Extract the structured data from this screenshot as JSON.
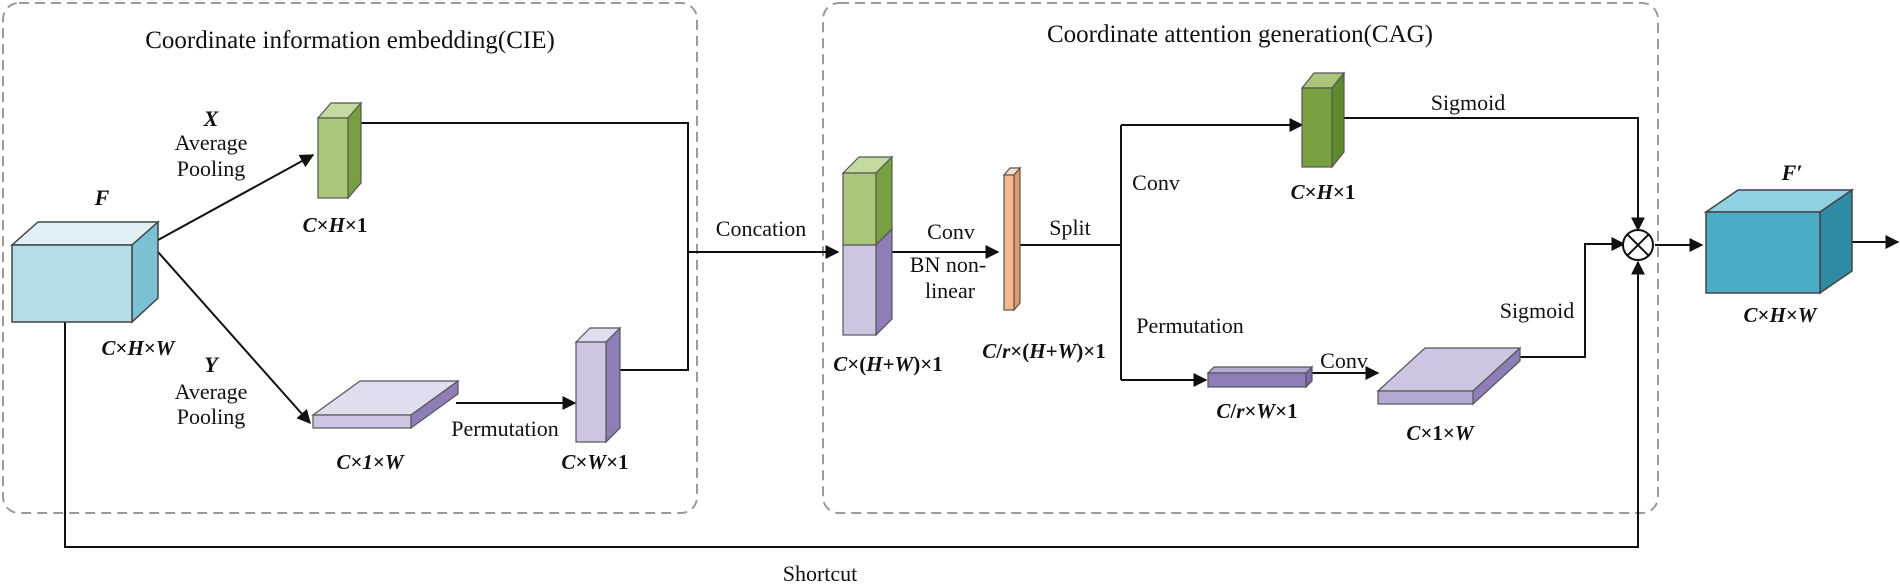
{
  "sections": {
    "cie_title": "Coordinate information embedding(CIE)",
    "cag_title": "Coordinate attention generation(CAG)"
  },
  "inputs": {
    "input_name": "F",
    "output_name": "F′"
  },
  "pooling": {
    "x_axis": "X",
    "y_axis": "Y",
    "average": "Average",
    "pooling": "Pooling"
  },
  "operations": {
    "permutation": "Permutation",
    "concation": "Concation",
    "conv": "Conv",
    "bn_line1": "BN non-",
    "bn_line2": "linear",
    "split": "Split",
    "sigmoid": "Sigmoid",
    "shortcut": "Shortcut"
  },
  "shapes": {
    "input": [
      "C",
      "×",
      "H",
      "×",
      "W"
    ],
    "x_pool": [
      "C",
      "×",
      "H",
      "×1"
    ],
    "y_pool": [
      "C",
      "×",
      "1",
      "×",
      "W"
    ],
    "y_perm": [
      "C",
      "×",
      "W",
      "×1"
    ],
    "concat": [
      "C",
      "×(",
      "H",
      "+",
      "W",
      ")×1"
    ],
    "reduced": [
      "C",
      "/",
      "r",
      "×(",
      "H",
      "+",
      "W",
      ")×1"
    ],
    "top_branch": [
      "C",
      "×",
      "H",
      "×1"
    ],
    "bottom_perm": [
      "C",
      "/",
      "r",
      "×",
      "W",
      "×1"
    ],
    "bottom_conv": [
      "C",
      "×1×",
      "W"
    ],
    "output": [
      "C",
      "×",
      "H",
      "×",
      "W"
    ]
  },
  "colors": {
    "green_front": "#a9c67a",
    "green_dark": "#78a040",
    "purple_front": "#cdc5e2",
    "purple_dark": "#8e7db6",
    "cyan_front": "#b3dde8",
    "teal_front": "#4bacc6",
    "orange": "#f6b98d"
  }
}
